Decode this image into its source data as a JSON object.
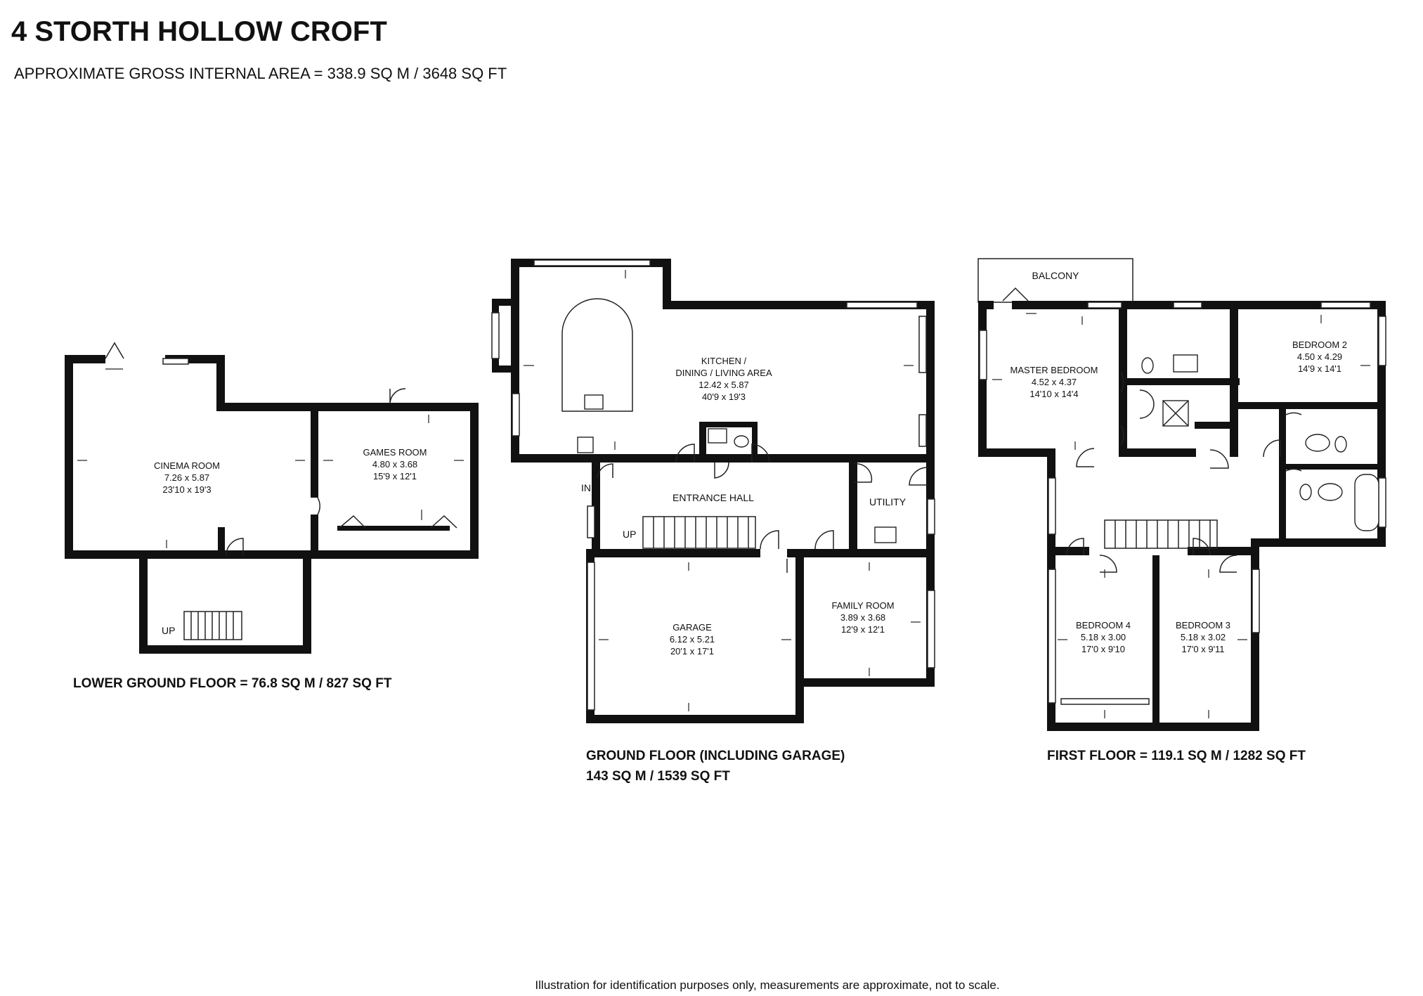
{
  "header": {
    "title": "4 STORTH HOLLOW CROFT",
    "subtitle": "APPROXIMATE GROSS INTERNAL AREA = 338.9 SQ M / 3648 SQ FT"
  },
  "floors": {
    "lower_ground": {
      "caption": "LOWER GROUND FLOOR = 76.8 SQ M / 827 SQ FT",
      "rooms": {
        "cinema": {
          "name": "CINEMA ROOM",
          "metric": "7.26 x 5.87",
          "imperial": "23'10 x 19'3"
        },
        "games": {
          "name": "GAMES ROOM",
          "metric": "4.80 x 3.68",
          "imperial": "15'9 x 12'1"
        }
      },
      "stair_label": "UP"
    },
    "ground": {
      "caption_line1": "GROUND FLOOR (INCLUDING GARAGE)",
      "caption_line2": "143 SQ M / 1539 SQ FT",
      "rooms": {
        "kitchen": {
          "name_line1": "KITCHEN /",
          "name_line2": "DINING / LIVING AREA",
          "metric": "12.42 x 5.87",
          "imperial": "40'9 x 19'3"
        },
        "entrance": {
          "name": "ENTRANCE HALL"
        },
        "utility": {
          "name": "UTILITY"
        },
        "garage": {
          "name": "GARAGE",
          "metric": "6.12 x 5.21",
          "imperial": "20'1 x 17'1"
        },
        "family": {
          "name": "FAMILY ROOM",
          "metric": "3.89 x 3.68",
          "imperial": "12'9 x 12'1"
        }
      },
      "in_label": "IN",
      "stair_label": "UP"
    },
    "first": {
      "caption": "FIRST FLOOR = 119.1 SQ M / 1282 SQ FT",
      "balcony": "BALCONY",
      "rooms": {
        "master": {
          "name": "MASTER BEDROOM",
          "metric": "4.52 x 4.37",
          "imperial": "14'10 x 14'4"
        },
        "bed2": {
          "name": "BEDROOM 2",
          "metric": "4.50 x 4.29",
          "imperial": "14'9 x 14'1"
        },
        "bed4": {
          "name": "BEDROOM 4",
          "metric": "5.18 x 3.00",
          "imperial": "17'0 x 9'10"
        },
        "bed3": {
          "name": "BEDROOM 3",
          "metric": "5.18 x 3.02",
          "imperial": "17'0 x 9'11"
        }
      }
    }
  },
  "footer": {
    "disclaimer": "Illustration for identification purposes only, measurements are approximate, not to scale."
  }
}
